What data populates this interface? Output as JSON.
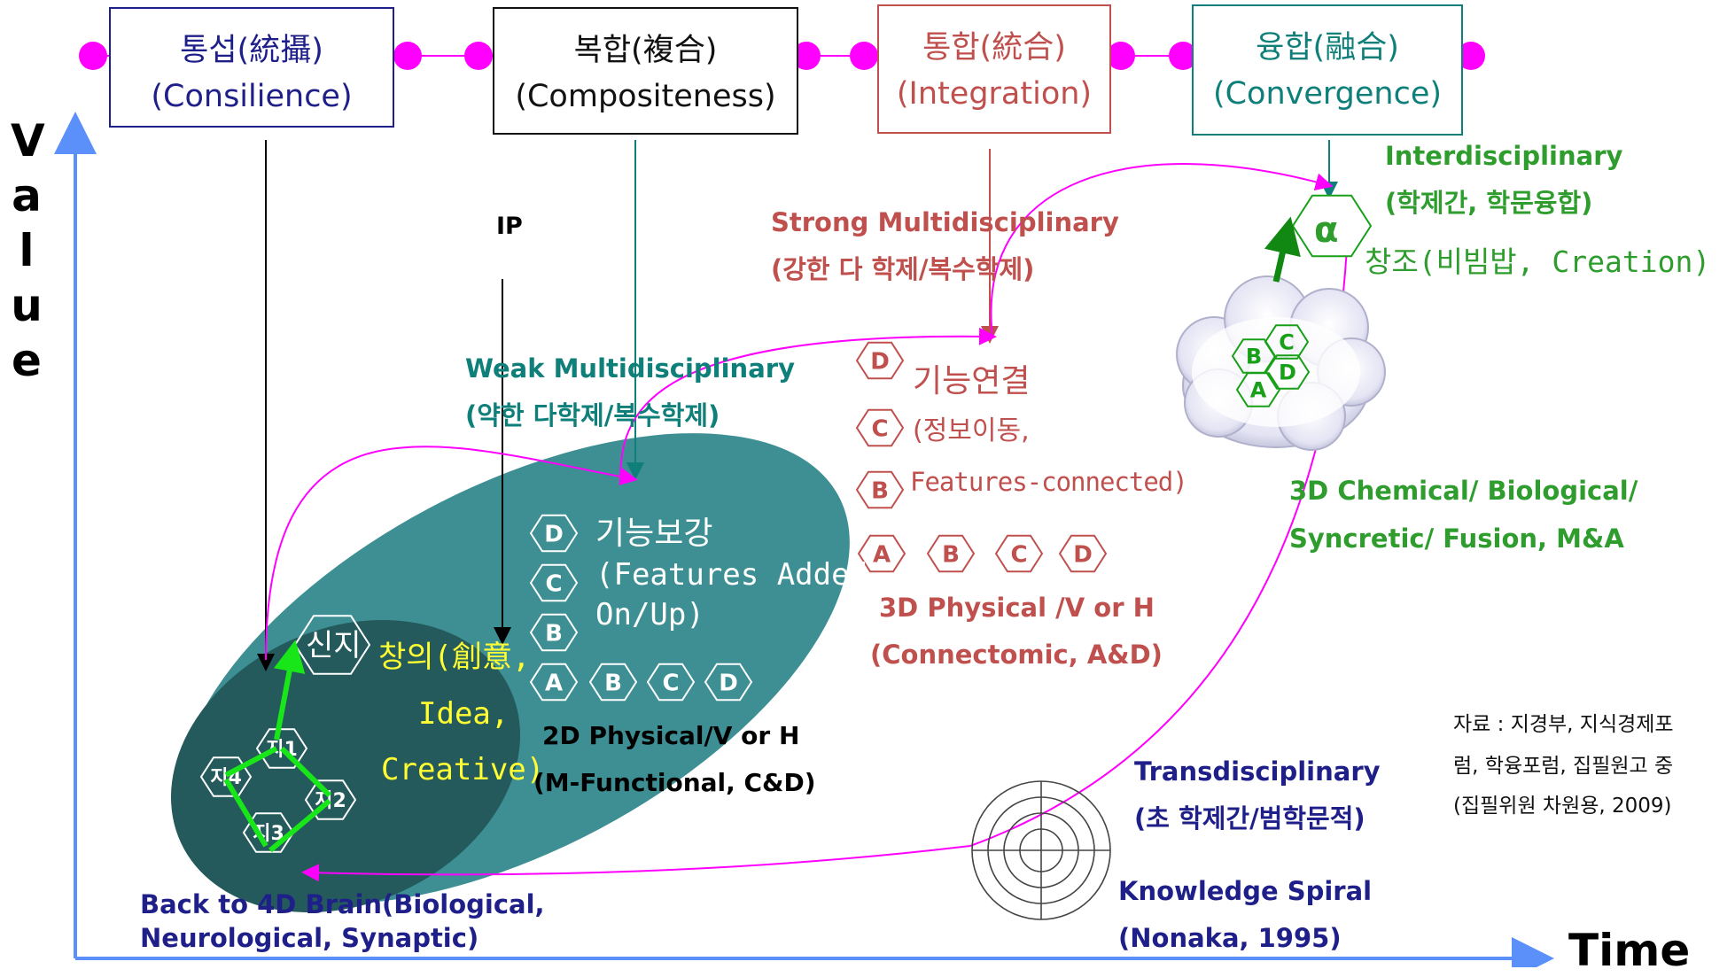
{
  "boxes": [
    {
      "korean": "통섭(統攝)",
      "english": "(Consilience)",
      "color": "#1f1f8a"
    },
    {
      "korean": "복합(複合)",
      "english": "(Compositeness)",
      "color": "#111111"
    },
    {
      "korean": "통합(統合)",
      "english": "(Integration)",
      "color": "#c0504d"
    },
    {
      "korean": "융합(融合)",
      "english": "(Convergence)",
      "color": "#0f7f7a"
    }
  ],
  "axes": {
    "y_label": "Value",
    "x_label": "Time"
  },
  "ip_label": "IP",
  "weak": {
    "title": "Weak Multidisciplinary",
    "subtitle": "(약한 다학제/복수학제)"
  },
  "strong": {
    "title": "Strong Multidisciplinary",
    "subtitle": "(강한 다 학제/복수학제)"
  },
  "inter": {
    "title": "Interdisciplinary",
    "subtitle": "(학제간, 학문융합)"
  },
  "trans": {
    "title": "Transdisciplinary",
    "subtitle": "(초 학제간/범학문적)"
  },
  "spiral": {
    "title": "Knowledge Spiral",
    "subtitle": "(Nonaka, 1995)"
  },
  "back": {
    "line1": "Back to 4D Brain(Biological,",
    "line2": "Neurological, Synaptic)"
  },
  "brain": {
    "top": "신지",
    "nodes": [
      "지1",
      "지2",
      "지3",
      "지4"
    ],
    "idea1": "창의(創意,",
    "idea2": "Idea,",
    "idea3": "Creative)"
  },
  "twoD": {
    "feat1": "기능보강",
    "feat2": "(Features Added",
    "feat3": "On/Up)",
    "cap1": "2D Physical/V or H",
    "cap2": "(M-Functional, C&D)"
  },
  "threeD": {
    "feat1": "기능연결",
    "feat2": "(정보이동,",
    "feat3": "Features-connected)",
    "cap1": "3D Physical /V or H",
    "cap2": "(Connectomic, A&D)"
  },
  "chem": {
    "alpha": "α",
    "creation": "창조(비빔밥, Creation)",
    "cap1": "3D Chemical/ Biological/",
    "cap2": "Syncretic/ Fusion, M&A"
  },
  "letters": {
    "a": "A",
    "b": "B",
    "c": "C",
    "d": "D"
  },
  "source": {
    "line1": "자료 : 지경부, 지식경제포",
    "line2": "럼, 학융포럼, 집필원고 중",
    "line3": "(집필위원 차원용, 2009)"
  },
  "colors": {
    "navy": "#1f1f8a",
    "teal": "#0f7f7a",
    "red": "#c0504d",
    "green": "#2e9d2e",
    "magenta": "#ff00ff",
    "axis": "#5b8ff9",
    "ellipse_outer": "#3d8f93",
    "ellipse_inner": "#245a5b",
    "yellow": "#ffff33",
    "bright_green": "#19e619"
  }
}
